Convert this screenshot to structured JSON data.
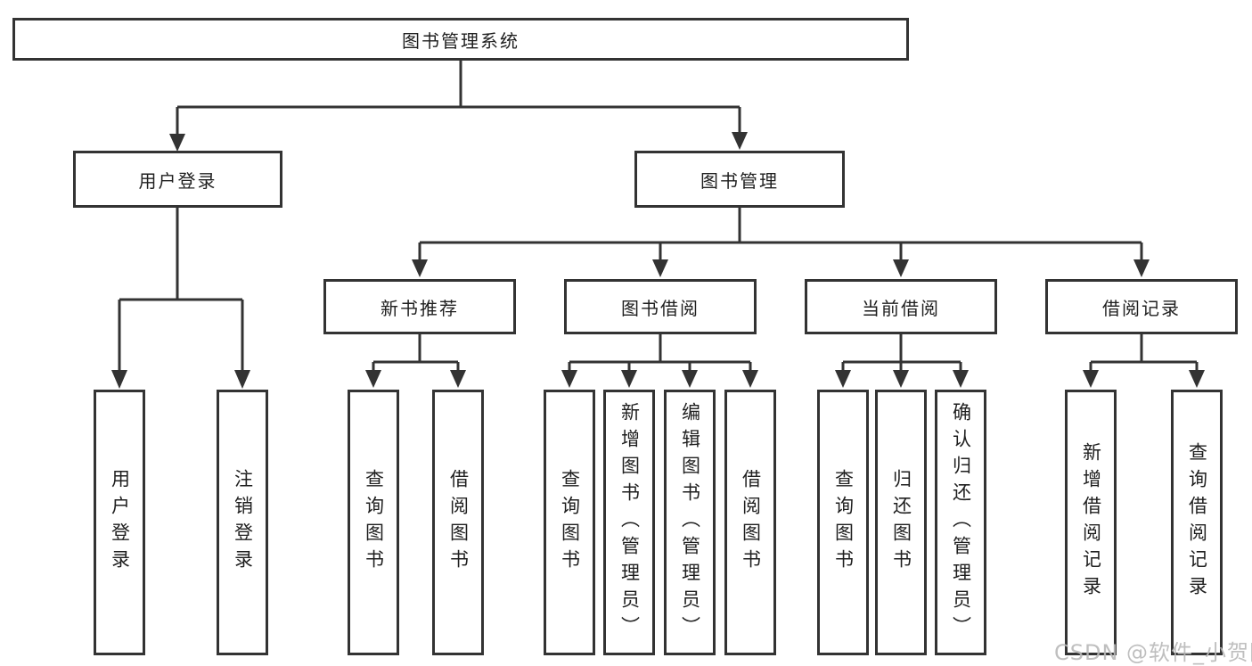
{
  "tree": {
    "root": {
      "label": "图书管理系统"
    },
    "login_branch": {
      "label": "用户登录",
      "children": [
        "用户登录",
        "注销登录"
      ]
    },
    "manage_branch": {
      "label": "图书管理",
      "groups": [
        {
          "label": "新书推荐",
          "children": [
            "查询图书",
            "借阅图书"
          ]
        },
        {
          "label": "图书借阅",
          "children": [
            "查询图书",
            "新增图书（管理员）",
            "编辑图书（管理员）",
            "借阅图书"
          ]
        },
        {
          "label": "当前借阅",
          "children": [
            "查询图书",
            "归还图书",
            "确认归还（管理员）"
          ]
        },
        {
          "label": "借阅记录",
          "children": [
            "新增借阅记录",
            "查询借阅记录"
          ]
        }
      ]
    }
  },
  "watermark": "CSDN @软件_小贺同学",
  "colors": {
    "background": "#ffffff",
    "line": "#333333",
    "text": "#1f1f1f",
    "watermark": "#b9b9b9"
  }
}
